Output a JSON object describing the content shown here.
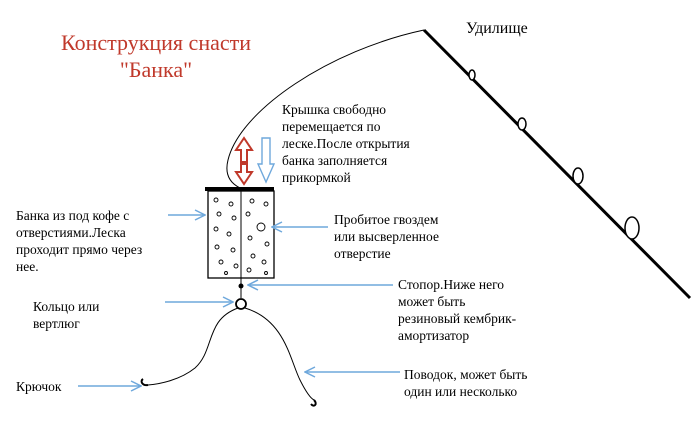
{
  "title": {
    "line1": "Конструкция снасти",
    "line2": "\"Банка\""
  },
  "labels": {
    "rod": "Удилище",
    "lid": "Крышка свободно\nперемещается по\nлеске.После открытия\nбанка заполняется\nприкормкой",
    "can": "Банка из под кофе с\nотверстиями.Леска\nпроходит прямо через\nнее.",
    "hole": "Пробитое гвоздем\nили высверленное\nотверстие",
    "stopper": "Стопор.Ниже него\nможет быть\nрезиновый кембрик-\nамортизатор",
    "ring": "Кольцо или\nвертлюг",
    "hook": "Крючок",
    "leader": "Поводок, может быть\nодин или несколько"
  },
  "colors": {
    "title": "#c0392b",
    "arrow_outline": "#6fa8dc",
    "double_arrow": "#c0392b",
    "line": "#000000"
  }
}
